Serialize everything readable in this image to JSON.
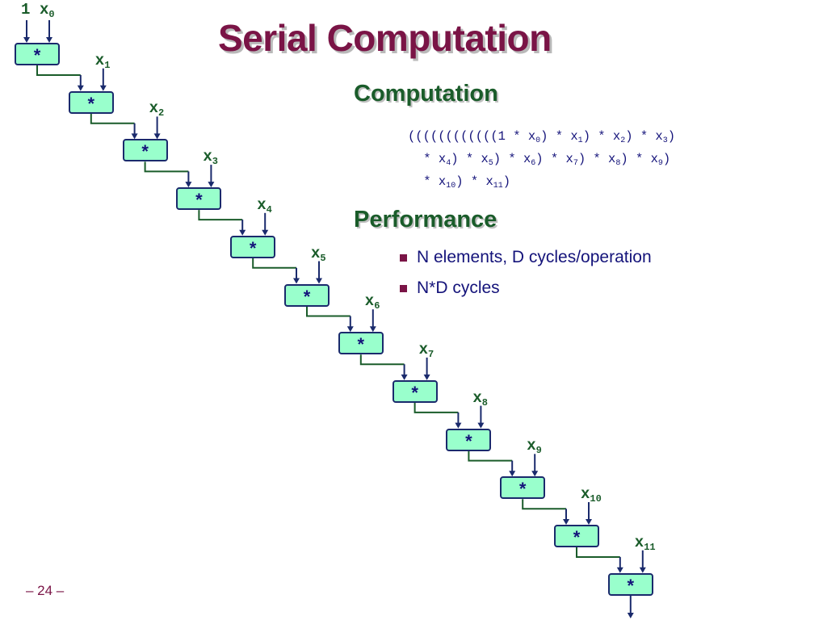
{
  "title": "Serial Computation",
  "section_computation": "Computation",
  "expression": [
    [
      [
        "((((((((((((1 * x",
        ""
      ],
      [
        "0",
        1
      ],
      [
        ") * x",
        0
      ],
      [
        "1",
        1
      ],
      [
        ") * x",
        0
      ],
      [
        "2",
        1
      ],
      [
        ") * x",
        0
      ],
      [
        "3",
        1
      ],
      [
        ")",
        0
      ]
    ],
    [
      [
        " * x",
        0
      ],
      [
        "4",
        1
      ],
      [
        ") * x",
        0
      ],
      [
        "5",
        1
      ],
      [
        ") * x",
        0
      ],
      [
        "6",
        1
      ],
      [
        ") * x",
        0
      ],
      [
        "7",
        1
      ],
      [
        ") * x",
        0
      ],
      [
        "8",
        1
      ],
      [
        ") * x",
        0
      ],
      [
        "9",
        1
      ],
      [
        ")",
        0
      ]
    ],
    [
      [
        " * x",
        0
      ],
      [
        "10",
        1
      ],
      [
        ") * x",
        0
      ],
      [
        "11",
        1
      ],
      [
        ")",
        0
      ]
    ]
  ],
  "section_performance": "Performance",
  "bullets": [
    "N elements, D cycles/operation",
    "N*D cycles"
  ],
  "diagram": {
    "one_label": "1",
    "op_symbol": "*",
    "inputs": [
      "0",
      "1",
      "2",
      "3",
      "4",
      "5",
      "6",
      "7",
      "8",
      "9",
      "10",
      "11"
    ],
    "input_prefix": "x"
  },
  "colors": {
    "title": "#7a1446",
    "heading": "#1a5c2a",
    "text": "#14137a",
    "box_fill": "#99ffcc",
    "wire": "#1a2a6c"
  },
  "page_number": "– 24 –"
}
